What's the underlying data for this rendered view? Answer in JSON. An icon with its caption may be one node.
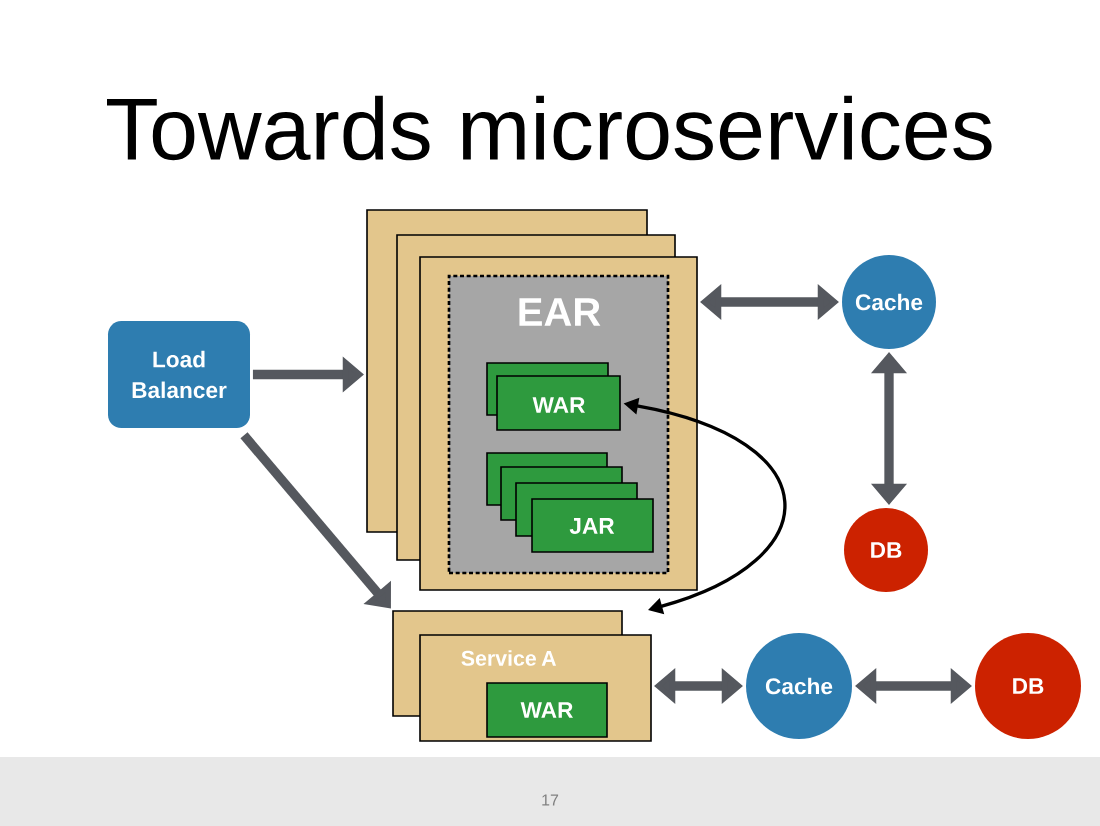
{
  "diagram": {
    "title": "Towards microservices",
    "nodes": [
      {
        "text": [
          "Load Balancer"
        ]
      },
      {
        "text": [],
        "shape": "box"
      },
      {
        "text": [
          "EAR"
        ],
        "in": 1
      },
      {
        "text": [
          "WAR"
        ],
        "in": 2
      },
      {
        "text": [
          "JAR"
        ],
        "in": 2
      },
      {
        "text": [
          "Cache"
        ]
      },
      {
        "text": [
          "DB"
        ]
      },
      {
        "text": [
          "Service A"
        ]
      },
      {
        "text": [
          "WAR"
        ],
        "in": 7
      },
      {
        "text": [
          "Cache"
        ]
      },
      {
        "text": [
          "DB"
        ]
      }
    ],
    "edges": [
      {
        "from": 0,
        "to": 1,
        "arrow": "to"
      },
      {
        "from": 0,
        "to": 7,
        "arrow": "to"
      },
      {
        "from": 1,
        "to": 5,
        "arrow": "both"
      },
      {
        "from": 5,
        "to": 6,
        "arrow": "both"
      },
      {
        "from": 3,
        "to": 7,
        "arrow": "both",
        "color": "#000000"
      },
      {
        "from": 7,
        "to": 9,
        "arrow": "both"
      },
      {
        "from": 9,
        "to": 10,
        "arrow": "both"
      }
    ],
    "labels": [
      "17"
    ]
  }
}
